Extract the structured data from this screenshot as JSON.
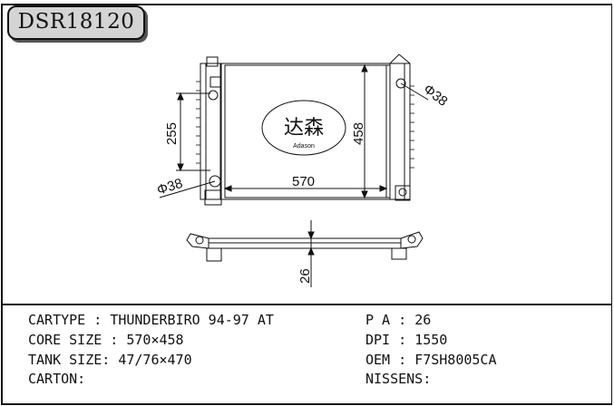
{
  "header": {
    "model_code": "DSR18120"
  },
  "drawing": {
    "dim_core_width": "570",
    "dim_core_height": "458",
    "dim_inlet_height": "255",
    "dim_upper_pipe": "Φ38",
    "dim_lower_pipe": "Φ38",
    "dim_depth": "26",
    "logo_chars": "达森",
    "logo_brand": "Adason"
  },
  "specs": {
    "cartype_label": "CARTYPE : ",
    "cartype_value": "THUNDERBIRO 94-97 AT",
    "core_size_label": "CORE SIZE : ",
    "core_size_value": "570×458",
    "tank_size_label": "TANK SIZE: ",
    "tank_size_value": "47/76×470",
    "carton_label": "CARTON:",
    "carton_value": "",
    "pa_label": "P A : ",
    "pa_value": "26",
    "dpi_label": "DPI : ",
    "dpi_value": "1550",
    "oem_label": "OEM : ",
    "oem_value": "F7SH8005CA",
    "nissens_label": "NISSENS:",
    "nissens_value": ""
  }
}
